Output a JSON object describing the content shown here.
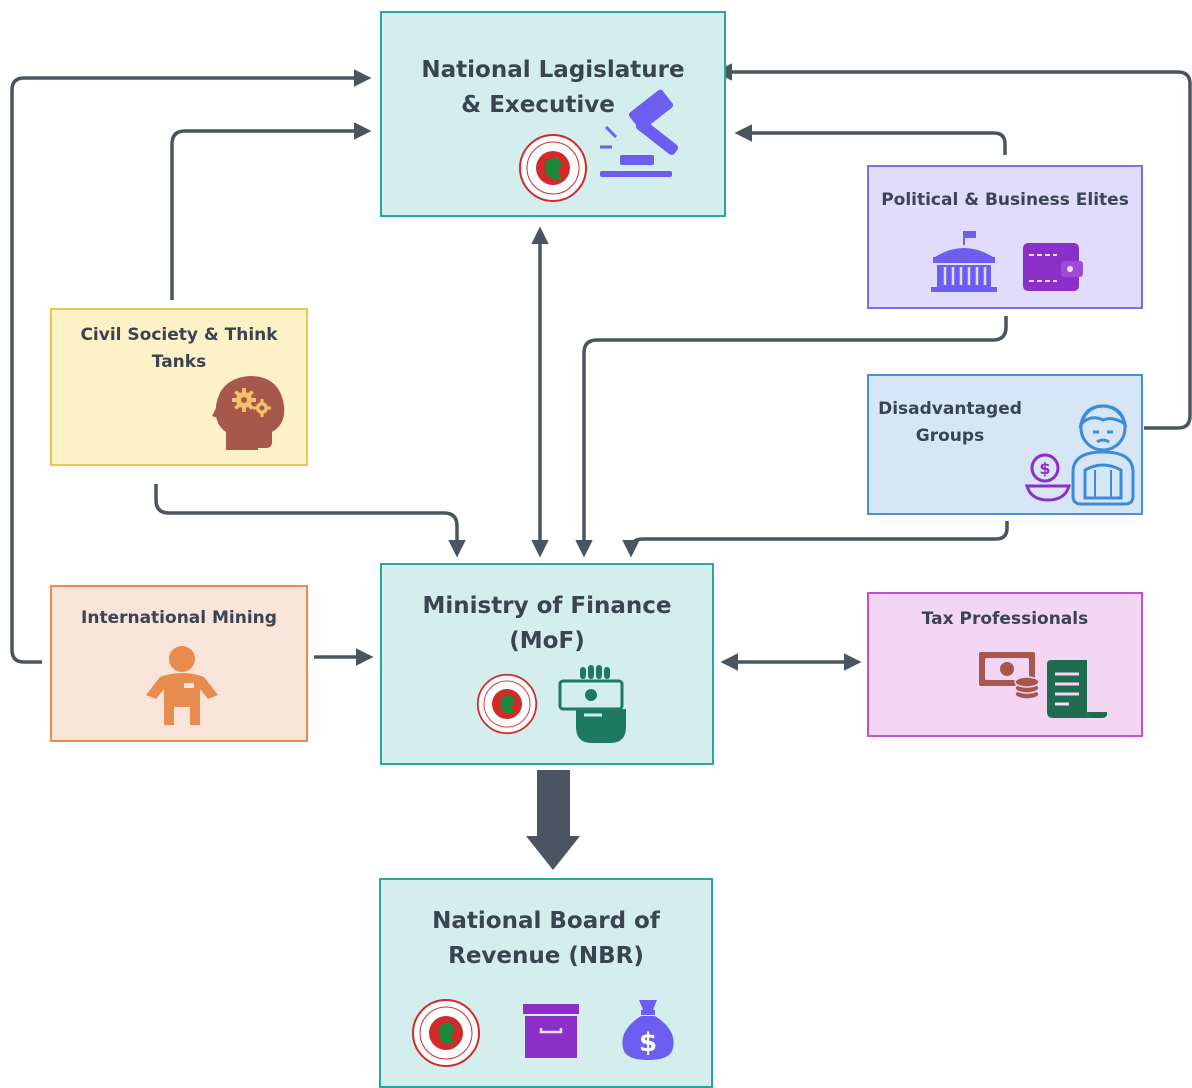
{
  "nodes": {
    "legislature": {
      "title": "National Lagislature & Executive",
      "title_l1": "National Lagislature",
      "title_l2": "& Executive"
    },
    "elites": {
      "title": "Political & Business Elites"
    },
    "civil": {
      "title_l1": "Civil Society & Think",
      "title_l2": "Tanks"
    },
    "disadvantaged": {
      "title_l1": "Disadvantaged",
      "title_l2": "Groups"
    },
    "mining": {
      "title": "International Mining"
    },
    "mof": {
      "title_l1": "Ministry of Finance",
      "title_l2": "(MoF)"
    },
    "tax": {
      "title": "Tax Professionals"
    },
    "nbr": {
      "title_l1": "National Board of",
      "title_l2": "Revenue (NBR)"
    }
  },
  "colors": {
    "teal_fill": "#d3eeec",
    "teal_border": "#2aa79b",
    "purple_fill": "#e1dcfb",
    "purple_border": "#7c6cf0",
    "yellow_fill": "#fdf2c7",
    "yellow_border": "#f2c34a",
    "blue_fill": "#d6e6f6",
    "blue_border": "#4b8fd0",
    "orange_fill": "#f8e4d8",
    "orange_border": "#e88b4e",
    "pink_fill": "#f2d6f4",
    "pink_border": "#c54fd1",
    "arrow": "#4a5561"
  },
  "icons": {
    "legislature": [
      "bangladesh-seal-icon",
      "gavel-icon"
    ],
    "elites": [
      "government-building-icon",
      "wallet-icon"
    ],
    "civil": [
      "head-gears-icon"
    ],
    "disadvantaged": [
      "coin-bowl-icon",
      "sad-child-icon"
    ],
    "mining": [
      "worker-icon"
    ],
    "mof": [
      "bangladesh-seal-icon",
      "hand-money-icon"
    ],
    "tax": [
      "cash-coins-icon",
      "document-icon"
    ],
    "nbr": [
      "bangladesh-seal-icon",
      "archive-box-icon",
      "money-bag-icon"
    ]
  }
}
